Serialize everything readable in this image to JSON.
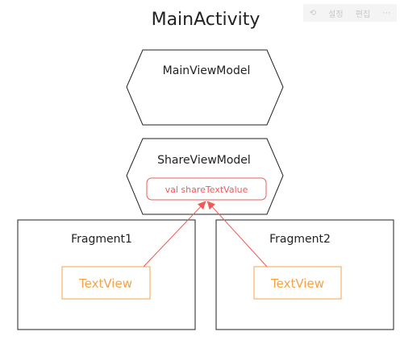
{
  "title": "MainActivity",
  "nodes": {
    "main_view_model": "MainViewModel",
    "share_view_model": "ShareViewModel",
    "share_value": "val shareTextValue",
    "fragment1": "Fragment1",
    "fragment2": "Fragment2",
    "textview1": "TextView",
    "textview2": "TextView"
  },
  "toolbar": {
    "back_glyph": "⟲",
    "item1": "설정",
    "item2": "편집",
    "more_glyph": "⋯"
  },
  "colors": {
    "black": "#222222",
    "red": "#f05a5a",
    "orange": "#f5a34a"
  }
}
